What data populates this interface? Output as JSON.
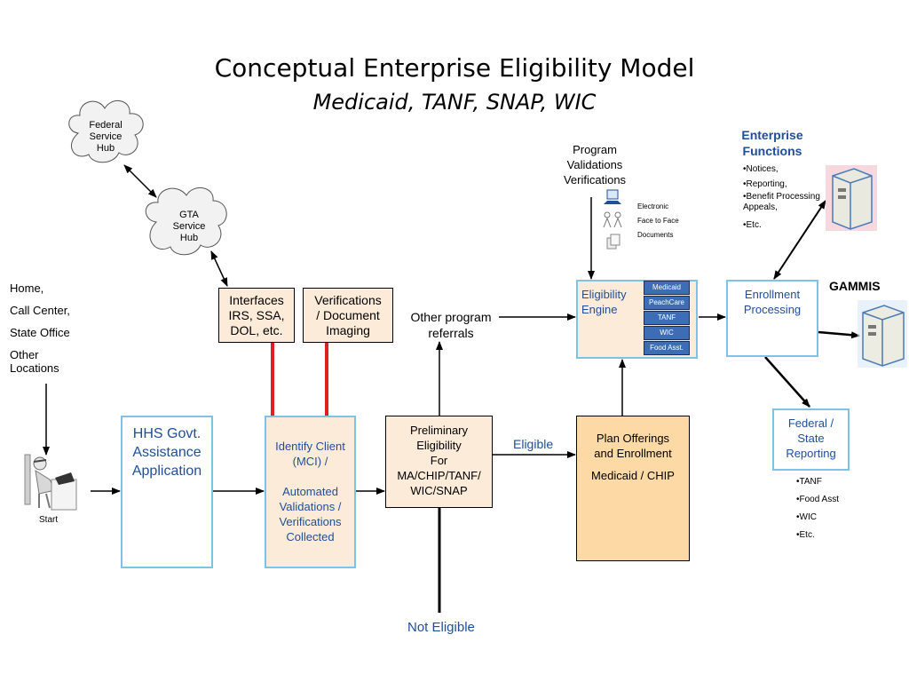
{
  "title": "Conceptual Enterprise Eligibility Model",
  "subtitle": "Medicaid, TANF, SNAP, WIC",
  "clouds": {
    "federal": [
      "Federal",
      "Service",
      "Hub"
    ],
    "gta": [
      "GTA",
      "Service",
      "Hub"
    ]
  },
  "entry_points": [
    "Home,",
    "Call Center,",
    "State Office",
    "Other Locations"
  ],
  "start_label": "Start",
  "boxes": {
    "hhs": [
      "HHS Govt.",
      "Assistance",
      "Application"
    ],
    "interfaces": [
      "Interfaces",
      "IRS, SSA,",
      "DOL, etc."
    ],
    "verifications": [
      "Verifications",
      "/ Document",
      "Imaging"
    ],
    "identify": [
      "Identify Client",
      "(MCI) /",
      "",
      "Automated",
      "Validations /",
      "Verifications",
      "Collected"
    ],
    "preliminary": [
      "Preliminary",
      "Eligibility",
      "For",
      "MA/CHIP/TANF/",
      "WIC/SNAP"
    ],
    "plan": [
      "Plan Offerings",
      "and Enrollment",
      "",
      "Medicaid / CHIP"
    ],
    "eligibility_engine": [
      "Eligibility",
      "Engine"
    ],
    "enrollment": [
      "Enrollment",
      "Processing"
    ],
    "federal_reporting": [
      "Federal /",
      "State",
      "Reporting"
    ]
  },
  "engine_programs": [
    "Medicaid",
    "PeachCare",
    "TANF",
    "WIC",
    "Food Asst."
  ],
  "other_referrals": [
    "Other program",
    "referrals"
  ],
  "eligible_label": "Eligible",
  "not_eligible_label": "Not Eligible",
  "program_validations": [
    "Program",
    "Validations",
    "Verifications"
  ],
  "validation_channels": [
    "Electronic",
    "Face to Face",
    "Documents"
  ],
  "enterprise_functions": {
    "heading": [
      "Enterprise",
      "Functions"
    ],
    "items": [
      "•Notices,",
      "•Reporting,",
      "•Benefit Processing",
      "Appeals,",
      "•Etc."
    ]
  },
  "gammis_label": "GAMMIS",
  "reporting_items": [
    "•TANF",
    "•Food Asst",
    "•WIC",
    "•Etc."
  ],
  "colors": {
    "blue_border": "#7ec3e6",
    "peach_fill": "#fdebd9",
    "orange_fill": "#fdd9a5",
    "engine_blue": "#3d6eb5",
    "red_link": "#e02020",
    "heading_blue": "#1f4e9a"
  }
}
